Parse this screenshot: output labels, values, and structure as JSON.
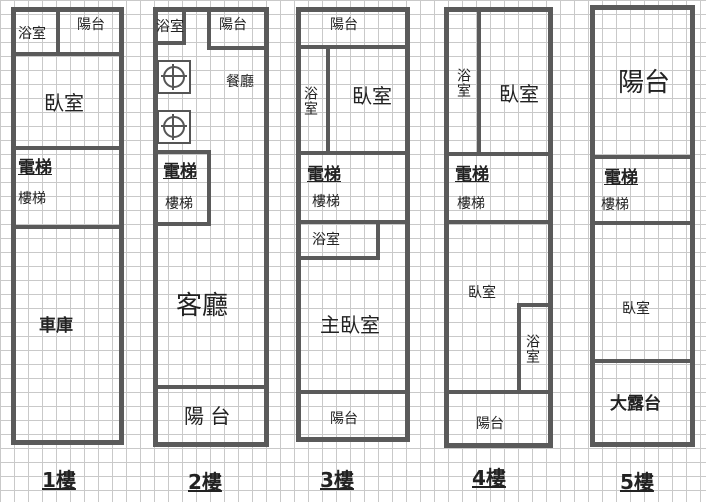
{
  "floors": [
    {
      "label": "1樓",
      "rooms": {
        "bath": "浴室",
        "balcony": "陽台",
        "bedroom": "臥室",
        "elevator": "電梯",
        "stairs": "樓梯",
        "garage": "車庫"
      }
    },
    {
      "label": "2樓",
      "rooms": {
        "bath": "浴室",
        "balcony_top": "陽台",
        "dining": "餐廳",
        "elevator": "電梯",
        "stairs": "樓梯",
        "living": "客廳",
        "balcony_bottom": "陽 台"
      }
    },
    {
      "label": "3樓",
      "rooms": {
        "balcony_top": "陽台",
        "bath_side": "浴室",
        "bedroom": "臥室",
        "elevator": "電梯",
        "stairs": "樓梯",
        "bath": "浴室",
        "master": "主臥室",
        "balcony_bottom": "陽台"
      }
    },
    {
      "label": "4樓",
      "rooms": {
        "bath_top": "浴室",
        "bedroom_top": "臥室",
        "elevator": "電梯",
        "stairs": "樓梯",
        "bedroom": "臥室",
        "bath_side": "浴室",
        "balcony": "陽台"
      }
    },
    {
      "label": "5樓",
      "rooms": {
        "balcony": "陽台",
        "elevator": "電梯",
        "stairs": "樓梯",
        "bedroom": "臥室",
        "terrace": "大露台"
      }
    }
  ]
}
